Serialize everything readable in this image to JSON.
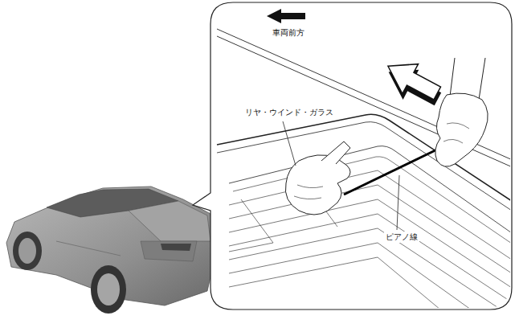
{
  "diagram": {
    "labels": [
      "車両前方",
      "リヤ・ウインド・ガラス",
      "ピアノ線"
    ]
  }
}
